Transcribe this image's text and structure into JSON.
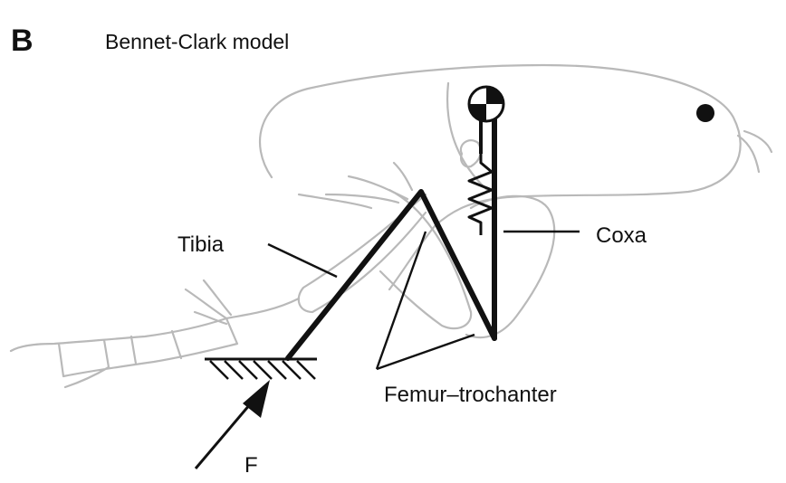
{
  "panel_letter": "B",
  "title": "Bennet-Clark model",
  "labels": {
    "tibia": "Tibia",
    "coxa": "Coxa",
    "femur_trochanter": "Femur–trochanter",
    "force": "F"
  },
  "colors": {
    "flea_outline": "#b9b9b9",
    "model_links": "#111111"
  }
}
